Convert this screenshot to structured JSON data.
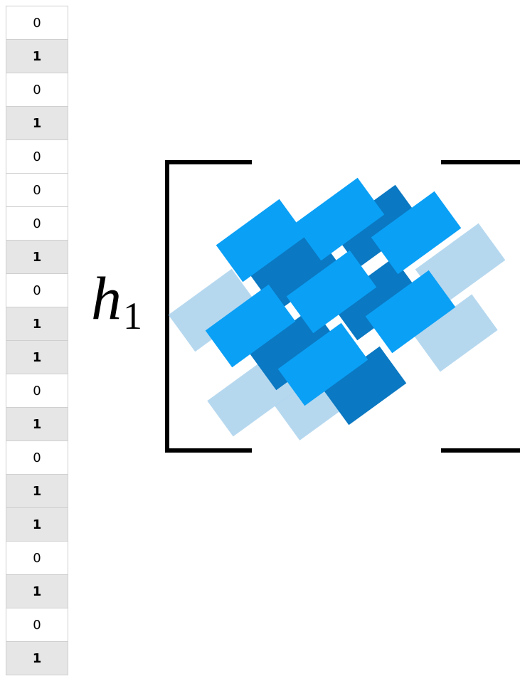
{
  "bits": [
    0,
    1,
    0,
    1,
    0,
    0,
    0,
    1,
    0,
    1,
    1,
    0,
    1,
    0,
    1,
    1,
    0,
    1,
    0,
    1
  ],
  "label": {
    "variable": "h",
    "subscript": "1"
  },
  "colors": {
    "bright_blue": "#0aa0f6",
    "dark_blue": "#0a78c2",
    "light_blue": "#a9d1ec"
  }
}
